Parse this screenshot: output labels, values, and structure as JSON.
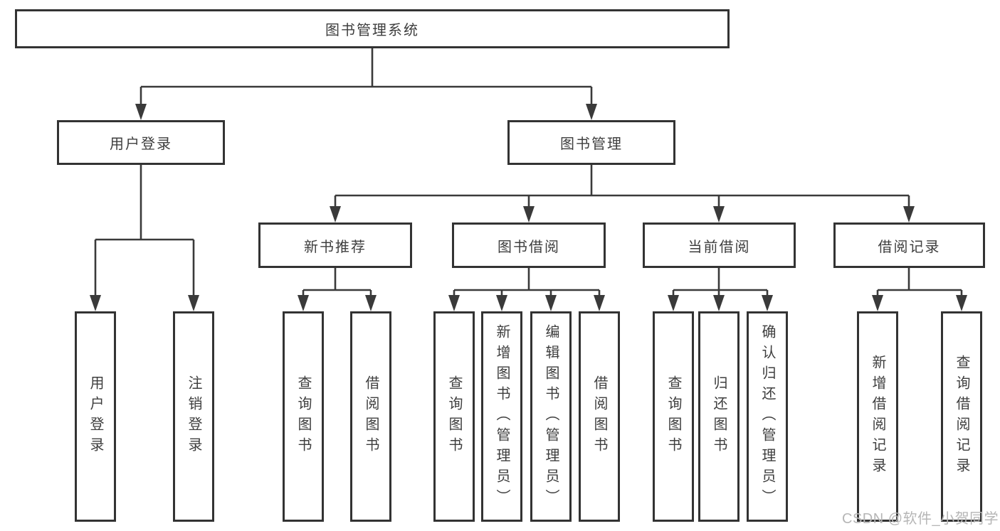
{
  "diagram": {
    "root": {
      "label": "图书管理系统"
    },
    "level2": [
      {
        "label": "用户登录"
      },
      {
        "label": "图书管理"
      }
    ],
    "level3": [
      {
        "label": "新书推荐"
      },
      {
        "label": "图书借阅"
      },
      {
        "label": "当前借阅"
      },
      {
        "label": "借阅记录"
      }
    ],
    "leaves": [
      {
        "label": "用户登录"
      },
      {
        "label": "注销登录"
      },
      {
        "label": "查询图书"
      },
      {
        "label": "借阅图书"
      },
      {
        "label": "查询图书"
      },
      {
        "label": "新增图书（管理员）"
      },
      {
        "label": "编辑图书（管理员）"
      },
      {
        "label": "借阅图书"
      },
      {
        "label": "查询图书"
      },
      {
        "label": "归还图书"
      },
      {
        "label": "确认归还（管理员）"
      },
      {
        "label": "新增借阅记录"
      },
      {
        "label": "查询借阅记录"
      }
    ],
    "watermark": "CSDN @软件_小贺同学",
    "colors": {
      "line": "#3a3a3a",
      "border": "#333333",
      "text": "#3e3e3e",
      "watermark": "#b6b6b6",
      "background": "#ffffff"
    }
  }
}
